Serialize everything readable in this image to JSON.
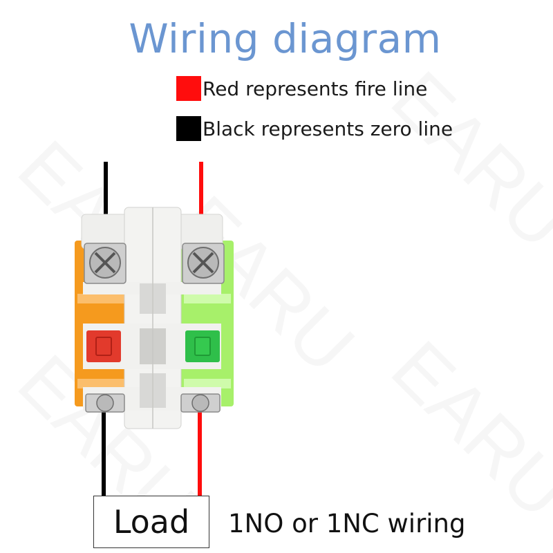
{
  "title": "Wiring diagram",
  "legend": [
    {
      "label": "Red represents fire line",
      "color": "#ff0d0d"
    },
    {
      "label": "Black represents zero line",
      "color": "#000000"
    }
  ],
  "load_label": "Load",
  "wiring_caption": "1NO or 1NC wiring",
  "watermark": "EARU",
  "colors": {
    "title": "#6b96d1",
    "fire_line": "#ff0d0d",
    "zero_line": "#000000",
    "left_block": "#f59a1e",
    "right_block": "#a7f06a",
    "housing": "#f1f1ef",
    "nc_contact": "#e23a2c",
    "no_contact": "#2fbf4a"
  },
  "icons": [
    "screw-terminal-icon",
    "contact-indicator-icon"
  ]
}
